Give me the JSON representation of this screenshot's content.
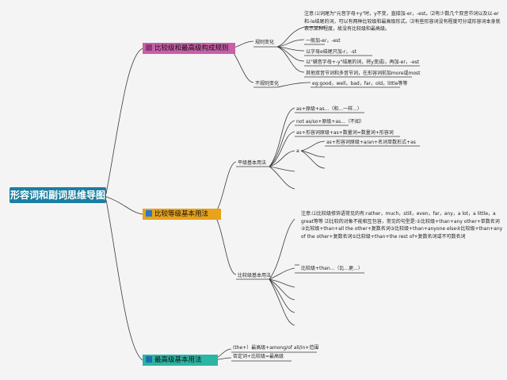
{
  "root": "形容词和副词思维导图",
  "branches": {
    "formation": {
      "label": "比较级和最高级构成规则",
      "regular": {
        "label": "规则变化",
        "note": "注意:⑴词尾为\"元音字母+y\"时，y不变，直接加-er，-est。⑵有少数几个双音节词以及以-er和-le结尾的词，可以有两种比较级和最高级形式。⑶有些形容词没有程度可分或形容词本身就表示某种程度，故没有比较级和最高级。",
        "rules": [
          "一般加-er，-est",
          "以字母e结尾只加-r，-st",
          "以\"辅音字母+-y\"结尾的词，将y变成i，再加-er，-est",
          "其他双音节词和多音节词，在形容词前加more或most"
        ]
      },
      "irregular": {
        "label": "不规则变化",
        "example": "eg:good，well，bad，far，old，little等等"
      }
    },
    "comparative": {
      "label": "比较等级基本用法",
      "positive": {
        "label": "平级基本用法",
        "items": [
          "as+原级+as...（和...一样...）",
          "not as/so+原级+as...（不如）",
          "as+形容词原级+as+数量词=数量词+形容词",
          "a"
        ],
        "sub_item": "as+形容词原级+a/an+名词单数形式+as"
      },
      "comparative_degree": {
        "label": "比较级基本用法",
        "note": "注意:⑴比较级修饰语常见的有:rather，much，still，even，far，any，a lot，a little，a great等等 ⑵比较的对象不能相互包容，常见的句型是:①比较级+than+any other+单数名词②比较级+than+all the other+复数名词③比较级+than+anyone else④比较级+than+any of the other+复数名词⑤比较级+than+the rest of+复数名词或不可数名词",
        "item": "比较级+than...（比...更...）"
      }
    },
    "superlative": {
      "label": "最高级基本用法",
      "items": [
        "(the+）最高级+among/of all/in+范围",
        "否定词+比较级=最高级"
      ]
    }
  }
}
